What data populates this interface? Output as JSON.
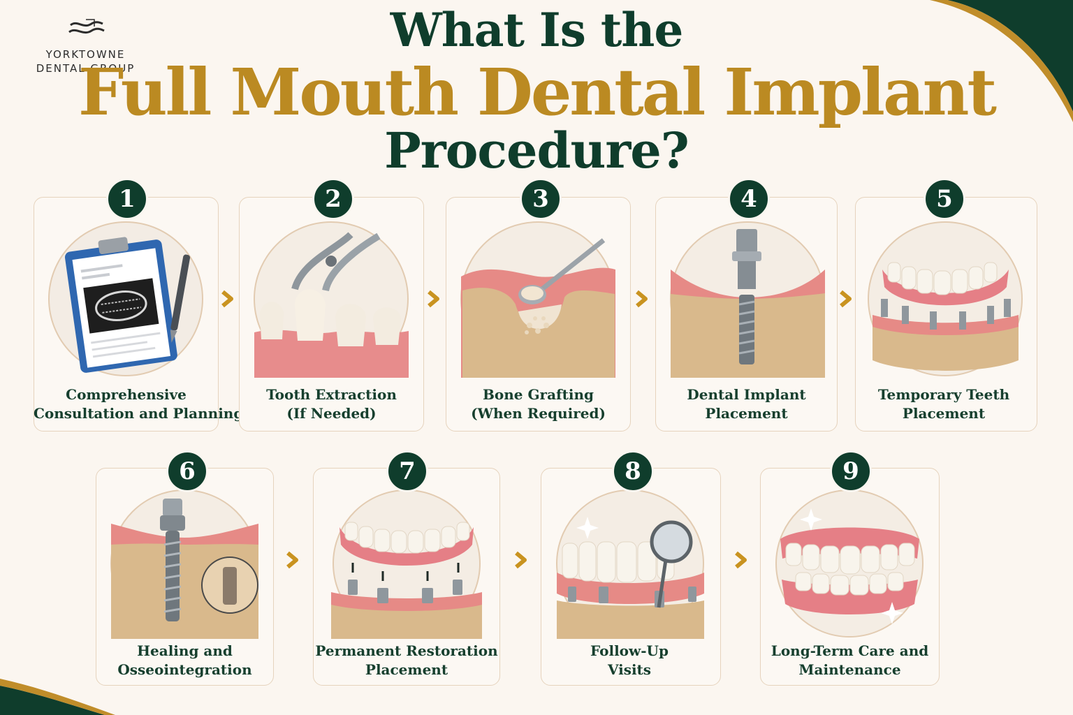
{
  "logo": {
    "line1": "YORKTOWNE",
    "line2": "DENTAL GROUP"
  },
  "title": {
    "line1": "What Is the",
    "line2": "Full Mouth Dental Implant",
    "line3": "Procedure?"
  },
  "steps": [
    {
      "number": "1",
      "line1": "Comprehensive",
      "line2": "Consultation and Planning",
      "icon": "clipboard-xray-icon"
    },
    {
      "number": "2",
      "line1": "Tooth Extraction",
      "line2": "(If Needed)",
      "icon": "extraction-forceps-icon"
    },
    {
      "number": "3",
      "line1": "Bone Grafting",
      "line2": "(When Required)",
      "icon": "bone-graft-spoon-icon"
    },
    {
      "number": "4",
      "line1": "Dental Implant",
      "line2": "Placement",
      "icon": "implant-post-icon"
    },
    {
      "number": "5",
      "line1": "Temporary Teeth",
      "line2": "Placement",
      "icon": "temporary-denture-icon"
    },
    {
      "number": "6",
      "line1": "Healing and",
      "line2": "Osseointegration",
      "icon": "osseointegration-icon"
    },
    {
      "number": "7",
      "line1": "Permanent Restoration",
      "line2": "Placement",
      "icon": "permanent-bridge-icon"
    },
    {
      "number": "8",
      "line1": "Follow-Up",
      "line2": "Visits",
      "icon": "dental-mirror-icon"
    },
    {
      "number": "9",
      "line1": "Long-Term Care and",
      "line2": "Maintenance",
      "icon": "healthy-smile-icon"
    }
  ],
  "colors": {
    "dark_green": "#0f3d2c",
    "gold": "#bb8a22",
    "background": "#fbf6f0"
  }
}
